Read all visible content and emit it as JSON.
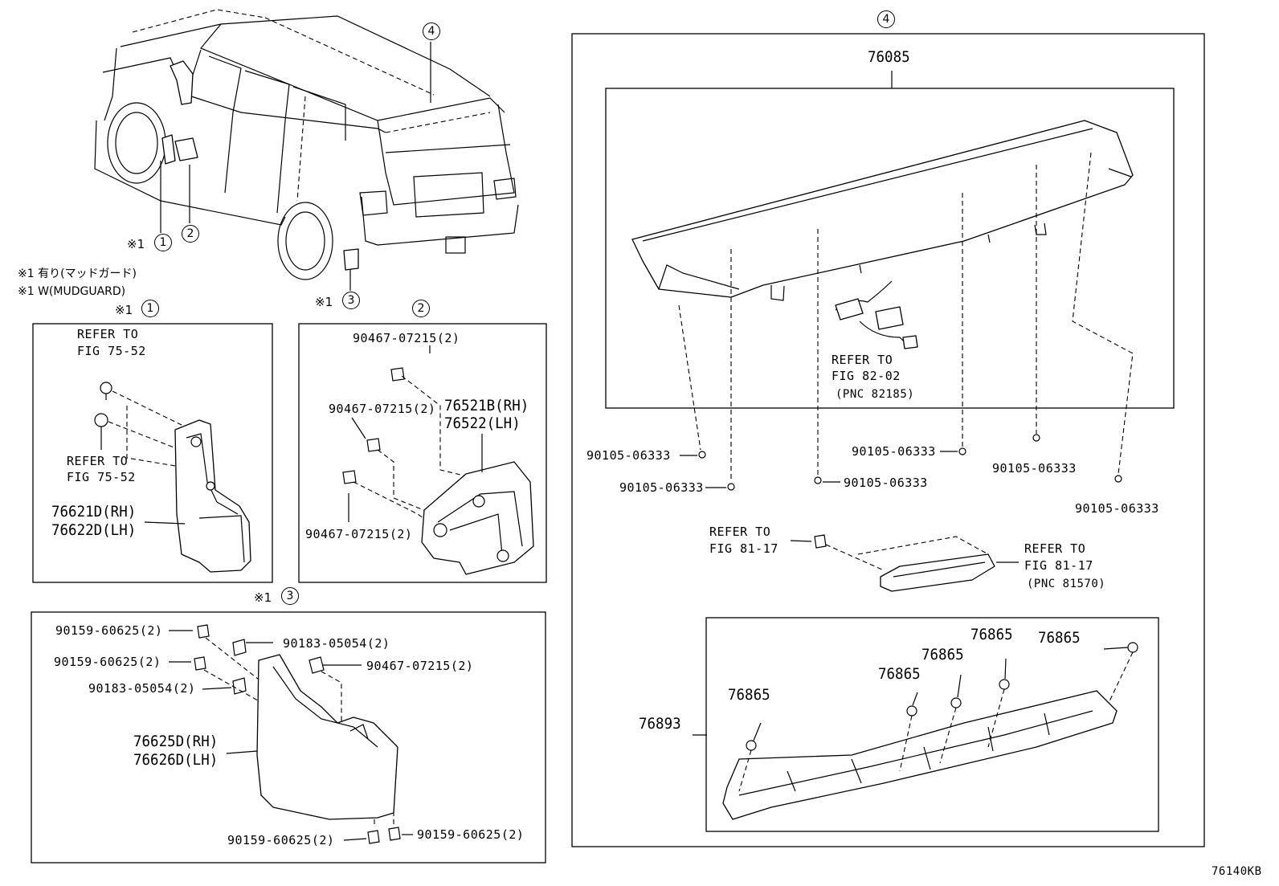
{
  "page": {
    "figure_code": "76140KB"
  },
  "notes": {
    "mark": "※1",
    "jp": "※1 有り(マッドガード)",
    "en": "※1 W(MUDGUARD)"
  },
  "overview": {
    "callouts": [
      "1",
      "2",
      "3",
      "4"
    ]
  },
  "panel1": {
    "mark": "※1",
    "num": "1",
    "refer_top": [
      "REFER TO",
      "FIG 75-52"
    ],
    "refer_mid": [
      "REFER TO",
      "FIG 75-52"
    ],
    "parts": [
      "76621D(RH)",
      "76622D(LH)"
    ]
  },
  "panel2": {
    "num": "2",
    "fasteners": [
      "90467-07215(2)",
      "90467-07215(2)",
      "90467-07215(2)"
    ],
    "parts": [
      "76521B(RH)",
      "76522(LH)"
    ]
  },
  "panel3": {
    "mark": "※1",
    "num": "3",
    "labels": {
      "clip_a": "90159-60625(2)",
      "nut_a": "90183-05054(2)",
      "clip_b": "90159-60625(2)",
      "grommet": "90467-07215(2)",
      "nut_b": "90183-05054(2)",
      "screw_l": "90159-60625(2)",
      "screw_r": "90159-60625(2)"
    },
    "parts": [
      "76625D(RH)",
      "76626D(LH)"
    ]
  },
  "panel4": {
    "num": "4",
    "spoiler": "76085",
    "refer_wire": [
      "REFER TO",
      "FIG 82-02",
      "(PNC 82185)"
    ],
    "screws": [
      "90105-06333",
      "90105-06333",
      "90105-06333",
      "90105-06333",
      "90105-06333",
      "90105-06333"
    ],
    "refer_lamp_left": [
      "REFER TO",
      "FIG 81-17"
    ],
    "refer_lamp_right": [
      "REFER TO",
      "FIG 81-17",
      "(PNC 81570)"
    ],
    "clips": [
      "76865",
      "76865",
      "76865",
      "76865",
      "76865"
    ],
    "bracket": "76893"
  }
}
